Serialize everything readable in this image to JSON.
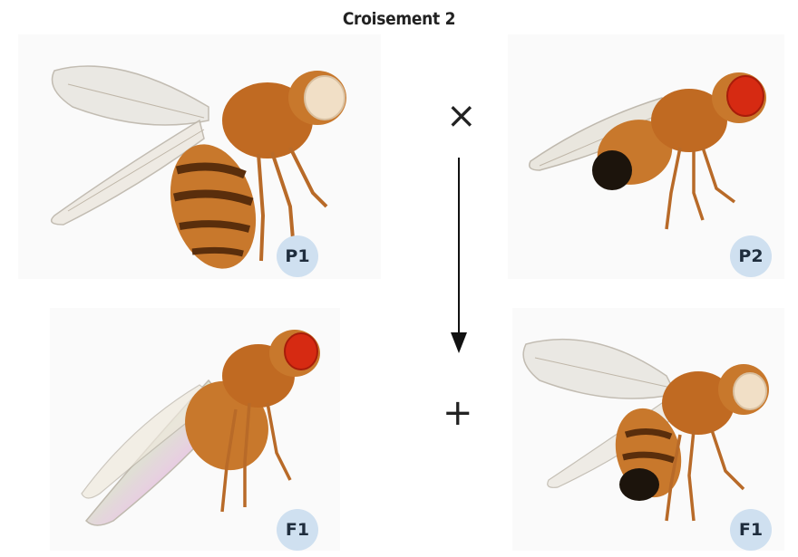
{
  "title": "Croisement 2",
  "cross_symbol": "×",
  "plus_symbol": "+",
  "panels": [
    {
      "id": "p1",
      "label": "P1"
    },
    {
      "id": "p2",
      "label": "P2"
    },
    {
      "id": "f1-female",
      "label": "F1"
    },
    {
      "id": "f1-male",
      "label": "F1"
    }
  ],
  "colors": {
    "body": "#c8762a",
    "body_dark": "#8a4a12",
    "red_eye": "#d62a12",
    "white_eye": "#f0dcc0",
    "wing": "#e6e2da",
    "badge": "#cfe0f0"
  }
}
